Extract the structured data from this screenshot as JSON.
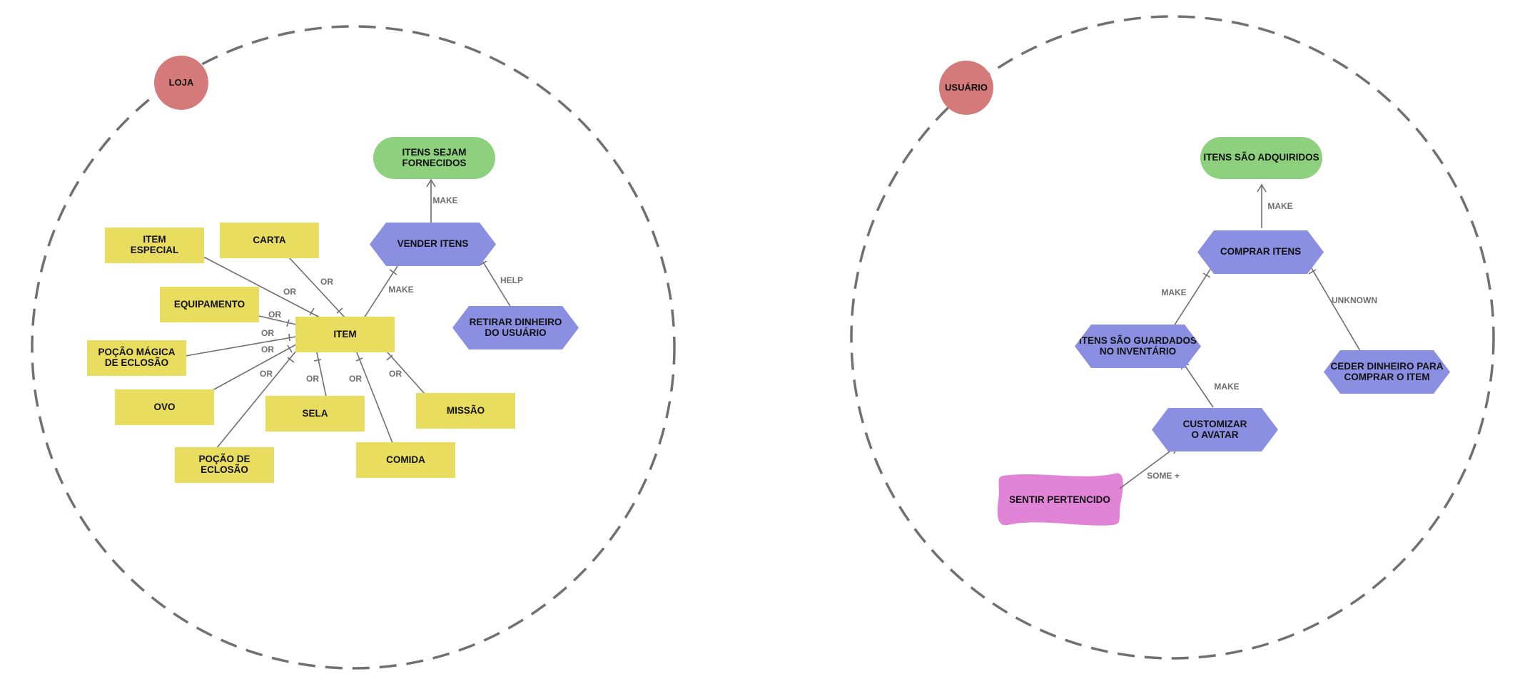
{
  "groups": {
    "loja": {
      "label": "LOJA"
    },
    "usuario": {
      "label": "USUÁRIO"
    }
  },
  "nodes": {
    "itens_sejam_fornecidos": "ITENS SEJAM\nFORNECIDOS",
    "vender_itens": "VENDER ITENS",
    "retirar_dinheiro": "RETIRAR DINHEIRO\nDO USUÁRIO",
    "item": "ITEM",
    "item_especial": "ITEM\nESPECIAL",
    "carta": "CARTA",
    "equipamento": "EQUIPAMENTO",
    "pocao_magica": "POÇÃO MÁGICA\nDE ECLOSÃO",
    "ovo": "OVO",
    "sela": "SELA",
    "missao": "MISSÃO",
    "pocao_eclosao": "POÇÃO DE ECLOSÃO",
    "comida": "COMIDA",
    "itens_adquiridos": "ITENS SÃO ADQUIRIDOS",
    "comprar_itens": "COMPRAR ITENS",
    "itens_guardados": "ITENS SÃO GUARDADOS\nNO INVENTÁRIO",
    "ceder_dinheiro": "CEDER DINHEIRO PARA\nCOMPRAR O ITEM",
    "customizar_avatar": "CUSTOMIZAR\nO AVATAR",
    "sentir_pertencido": "SENTIR PERTENCIDO"
  },
  "edge_labels": {
    "make_vender_fornecidos": "MAKE",
    "make_item_vender": "MAKE",
    "help_retirar_vender": "HELP",
    "or_item_especial": "OR",
    "or_carta": "OR",
    "or_equipamento": "OR",
    "or_pocao_magica": "OR",
    "or_ovo": "OR",
    "or_pocao_eclosao": "OR",
    "or_sela": "OR",
    "or_comida": "OR",
    "or_missao": "OR",
    "make_comprar_adquiridos": "MAKE",
    "make_guardados_comprar": "MAKE",
    "unknown_ceder_comprar": "UNKNOWN",
    "make_customizar_guardados": "MAKE",
    "some_sentir_customizar": "SOME +"
  },
  "colors": {
    "sticky": "#e8dd5e",
    "goal": "#8dd17e",
    "task": "#8a8fe2",
    "softgoal": "#e184d8",
    "actor": "#d47a7a",
    "boundary": "#707070",
    "link": "#6e6e6e"
  }
}
